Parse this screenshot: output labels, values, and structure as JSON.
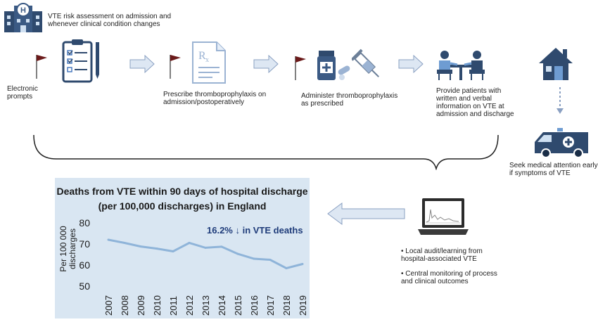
{
  "steps": {
    "assessment": "VTE risk assessment on admission and whenever clinical condition changes",
    "prompts": "Electronic prompts",
    "prescribe": "Prescribe thromboprophylaxis on admission/postoperatively",
    "administer": "Administer thromboprophylaxis as prescribed",
    "inform": "Provide patients with written and verbal information on VTE at admission and discharge",
    "seek": "Seek medical attention early if symptoms of VTE"
  },
  "audit": {
    "local": "• Local audit/learning from hospital-associated VTE",
    "central": "• Central monitoring of process and clinical outcomes"
  },
  "colors": {
    "flag": "#6b1a1a",
    "arrow": "#dde7f3",
    "arrow_stroke": "#8aa0c2",
    "panel": "#d9e6f2",
    "line": "#8fb4d9"
  },
  "chart_data": {
    "type": "line",
    "title": "Deaths from VTE within 90 days of hospital discharge (per 100,000 discharges) in England",
    "ylabel": "Per 100 000 discharges",
    "xlabel": "",
    "x": [
      "2007",
      "2008",
      "2009",
      "2010",
      "2011",
      "2012",
      "2013",
      "2014",
      "2015",
      "2016",
      "2017",
      "2018",
      "2019"
    ],
    "values": [
      72,
      70.5,
      68.8,
      67.8,
      66.5,
      70.5,
      68.2,
      68.7,
      65.3,
      63,
      62.5,
      58.5,
      60.5
    ],
    "ylim": [
      50,
      80
    ],
    "yticks": [
      "80",
      "70",
      "60",
      "50"
    ],
    "annotation": "16.2% ↓ in VTE deaths",
    "grid": false
  }
}
